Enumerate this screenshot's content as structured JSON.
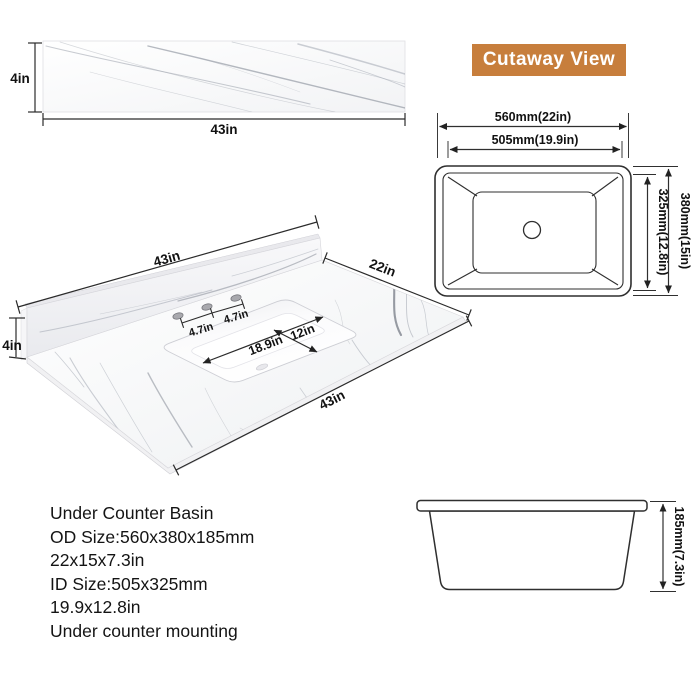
{
  "badge": {
    "label": "Cutaway View",
    "bg_color": "#C77E3C",
    "text_color": "#FFFFFF"
  },
  "strip_view": {
    "height": "4in",
    "width": "43in"
  },
  "top_view": {
    "outer_width": "560mm(22in)",
    "inner_width": "505mm(19.9in)",
    "inner_height": "325mm(12.8in)",
    "outer_height": "380mm(15in)"
  },
  "perspective_view": {
    "back_width": "43in",
    "splash_height": "4in",
    "faucet_spacing_left": "4.7in",
    "faucet_spacing_right": "4.7in",
    "cutout_length": "18.9in",
    "cutout_depth": "12in",
    "side_depth": "22in",
    "front_width": "43in"
  },
  "side_view": {
    "height": "185mm(7.3in)"
  },
  "description": {
    "lines": [
      "Under Counter Basin",
      "OD Size:560x380x185mm",
      "22x15x7.3in",
      "ID Size:505x325mm",
      "19.9x12.8in",
      "Under counter mounting"
    ]
  },
  "colors": {
    "accent": "#C77E3C",
    "line": "#222222",
    "marble_vein": "#9AA0AB"
  }
}
